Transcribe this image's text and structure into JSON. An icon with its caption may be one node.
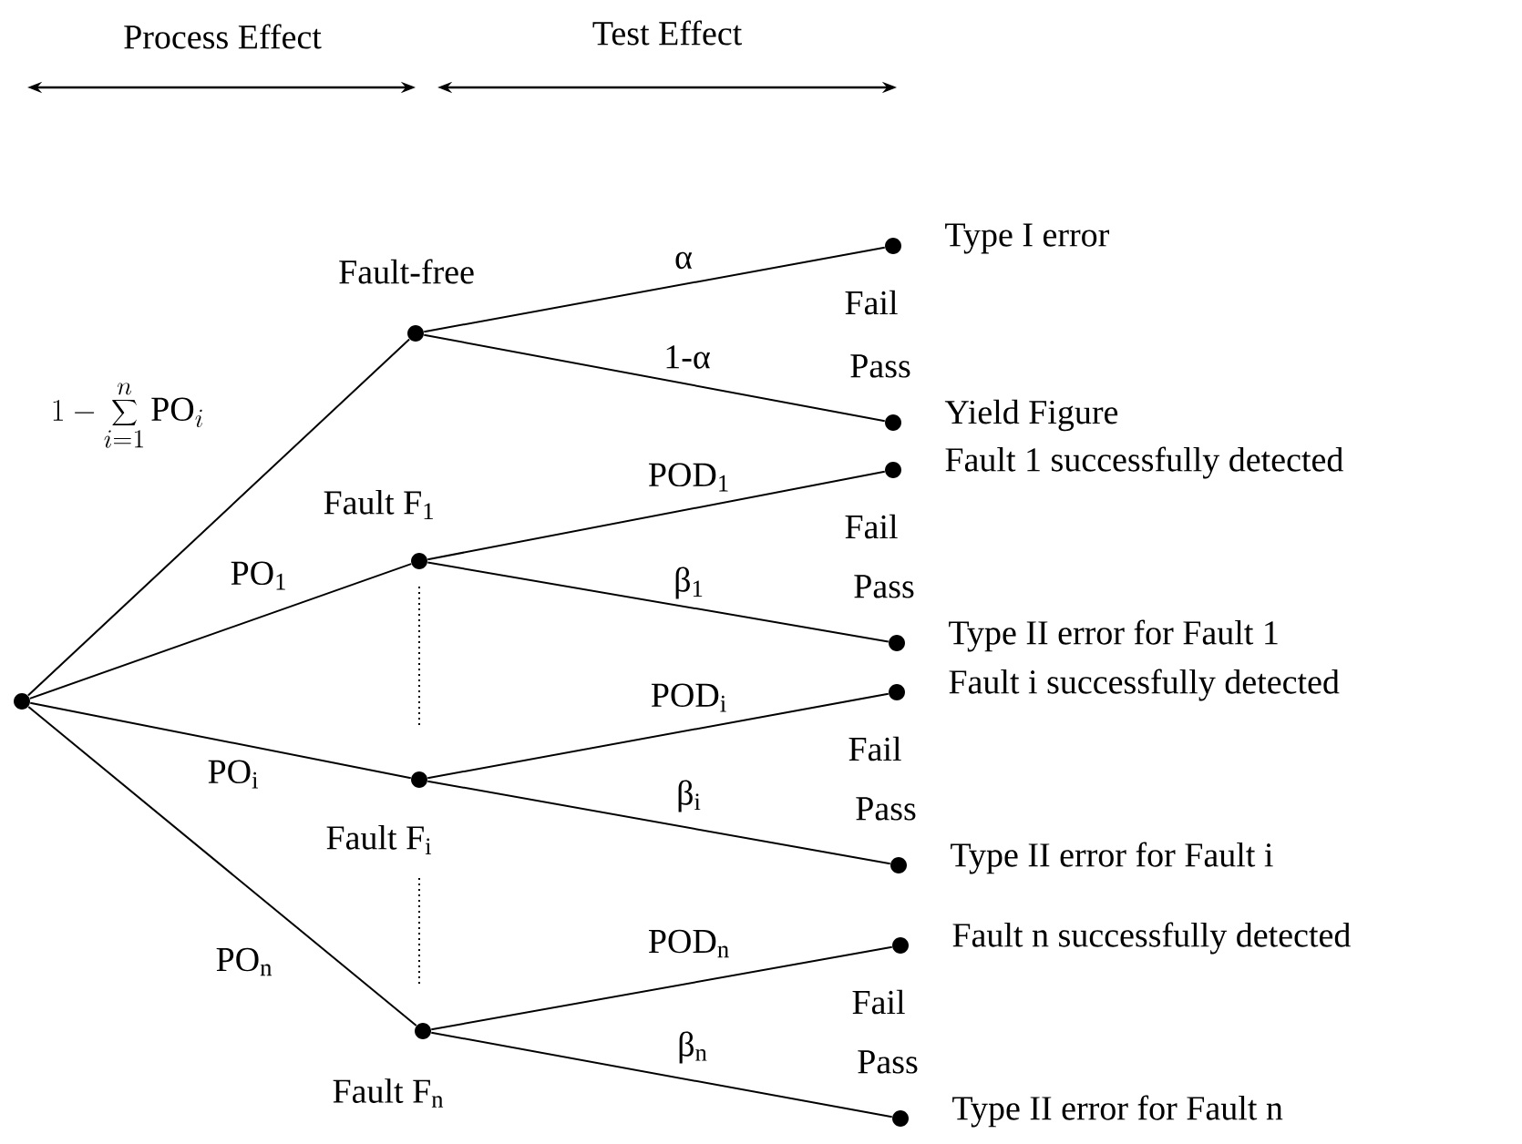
{
  "diagram": {
    "nodes": [
      {
        "text": [],
        "shape": "circle"
      },
      {
        "text": [],
        "shape": "circle",
        "beside": [
          "Fault-free"
        ]
      },
      {
        "text": [],
        "shape": "circle",
        "beside": [
          "Fault F$_{1}$"
        ]
      },
      {
        "text": [],
        "shape": "circle",
        "beside": [
          "Fault F$_{i}$"
        ]
      },
      {
        "text": [],
        "shape": "circle",
        "beside": [
          "Fault F$_{n}$"
        ]
      },
      {
        "text": [],
        "shape": "circle",
        "beside": [
          "Fail",
          "Type I error"
        ]
      },
      {
        "text": [],
        "shape": "circle",
        "beside": [
          "Pass",
          "Yield Figure"
        ]
      },
      {
        "text": [],
        "shape": "circle",
        "beside": [
          "Fail",
          "Fault 1 successfully detected"
        ]
      },
      {
        "text": [],
        "shape": "circle",
        "beside": [
          "Pass",
          "Type II error for Fault 1"
        ]
      },
      {
        "text": [],
        "shape": "circle",
        "beside": [
          "Fail",
          "Fault i successfully detected"
        ]
      },
      {
        "text": [],
        "shape": "circle",
        "beside": [
          "Pass",
          "Type II error for Fault i"
        ]
      },
      {
        "text": [],
        "shape": "circle",
        "beside": [
          "Fail",
          "Fault n successfully detected"
        ]
      },
      {
        "text": [],
        "shape": "circle",
        "beside": [
          "Pass",
          "Type II error for Fault n"
        ]
      }
    ],
    "edges": [
      {
        "from": 0,
        "to": 1,
        "arrow": "none",
        "label": "1 - \\sum_{i=1}^{n} \\mathrm{PO}_{i}"
      },
      {
        "from": 0,
        "to": 2,
        "arrow": "none",
        "label": "PO$_{1}$"
      },
      {
        "from": 0,
        "to": 3,
        "arrow": "none",
        "label": "PO$_{i}$"
      },
      {
        "from": 0,
        "to": 4,
        "arrow": "none",
        "label": "PO$_{n}$"
      },
      {
        "from": 1,
        "to": 5,
        "arrow": "none",
        "label": "α"
      },
      {
        "from": 1,
        "to": 6,
        "arrow": "none",
        "label": "1-α"
      },
      {
        "from": 2,
        "to": 7,
        "arrow": "none",
        "label": "POD$_{1}$"
      },
      {
        "from": 2,
        "to": 8,
        "arrow": "none",
        "label": "β$_{1}$"
      },
      {
        "from": 3,
        "to": 9,
        "arrow": "none",
        "label": "POD$_{i}$"
      },
      {
        "from": 3,
        "to": 10,
        "arrow": "none",
        "label": "β$_{i}$"
      },
      {
        "from": 4,
        "to": 11,
        "arrow": "none",
        "label": "POD$_{n}$"
      },
      {
        "from": 4,
        "to": 12,
        "arrow": "none",
        "label": "β$_{n}$"
      }
    ],
    "labels": [
      "Process Effect",
      "Test Effect"
    ]
  }
}
